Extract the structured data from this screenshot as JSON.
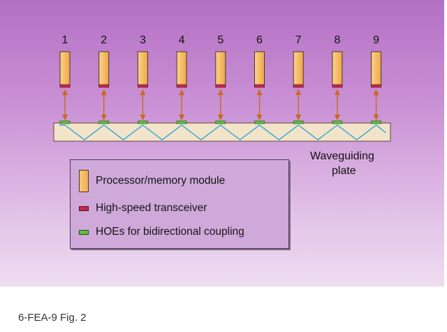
{
  "diagram": {
    "module_labels": [
      "1",
      "2",
      "3",
      "4",
      "5",
      "6",
      "7",
      "8",
      "9"
    ],
    "plate_label_line1": "Waveguiding",
    "plate_label_line2": "plate"
  },
  "legend": {
    "items": [
      {
        "label": "Processor/memory module",
        "icon": "module-swatch"
      },
      {
        "label": "High-speed transceiver",
        "icon": "transceiver-swatch"
      },
      {
        "label": "HOEs for bidirectional coupling",
        "icon": "hoe-swatch"
      }
    ]
  },
  "caption": "6-FEA-9  Fig. 2",
  "colors": {
    "module_fill": "#f5bd65",
    "transceiver": "#c8284a",
    "hoe": "#5fbf3f",
    "arrow": "#c86a1e",
    "light_path": "#2aa6d6",
    "plate_fill": "#f3e3c8"
  }
}
